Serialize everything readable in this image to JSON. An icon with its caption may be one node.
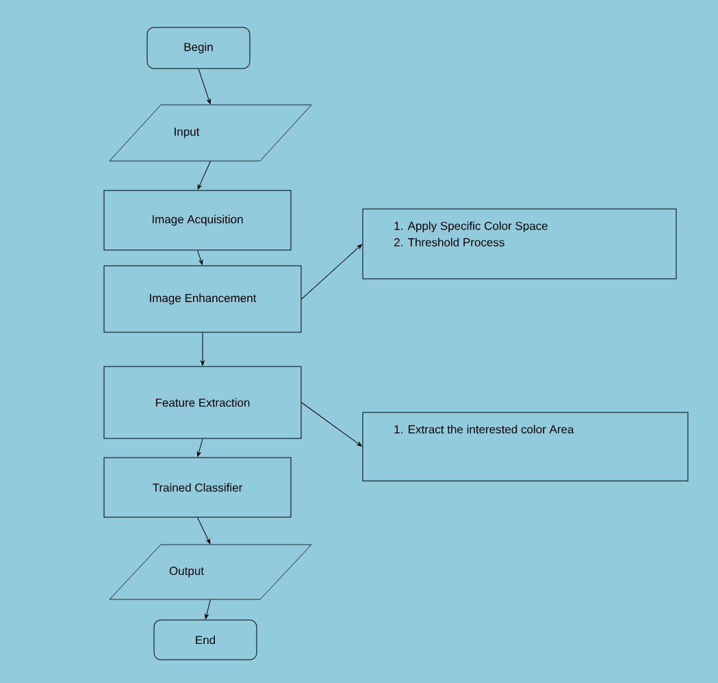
{
  "diagram": {
    "nodes": [
      {
        "text": [
          "Begin"
        ]
      },
      {
        "text": [
          "Input"
        ]
      },
      {
        "text": [
          "Image Acquisition"
        ]
      },
      {
        "text": [
          "Image Enhancement"
        ]
      },
      {
        "text": [
          "Feature Extraction"
        ]
      },
      {
        "text": [
          "Trained Classifier"
        ]
      },
      {
        "text": [
          "Output"
        ]
      },
      {
        "text": [
          "End"
        ]
      },
      {
        "text": [
          "1. Apply Specific Color Space",
          "2. Threshold Process"
        ]
      },
      {
        "text": [
          "1. Extract the interested color Area"
        ]
      }
    ],
    "edges": [
      {
        "from": 0,
        "to": 1,
        "arrow": "to"
      },
      {
        "from": 1,
        "to": 2,
        "arrow": "to"
      },
      {
        "from": 2,
        "to": 3,
        "arrow": "to"
      },
      {
        "from": 3,
        "to": 4,
        "arrow": "to"
      },
      {
        "from": 4,
        "to": 5,
        "arrow": "to"
      },
      {
        "from": 5,
        "to": 6,
        "arrow": "to"
      },
      {
        "from": 6,
        "to": 7,
        "arrow": "to"
      },
      {
        "from": 3,
        "to": 8,
        "arrow": "to"
      },
      {
        "from": 4,
        "to": 9,
        "arrow": "to"
      }
    ]
  }
}
